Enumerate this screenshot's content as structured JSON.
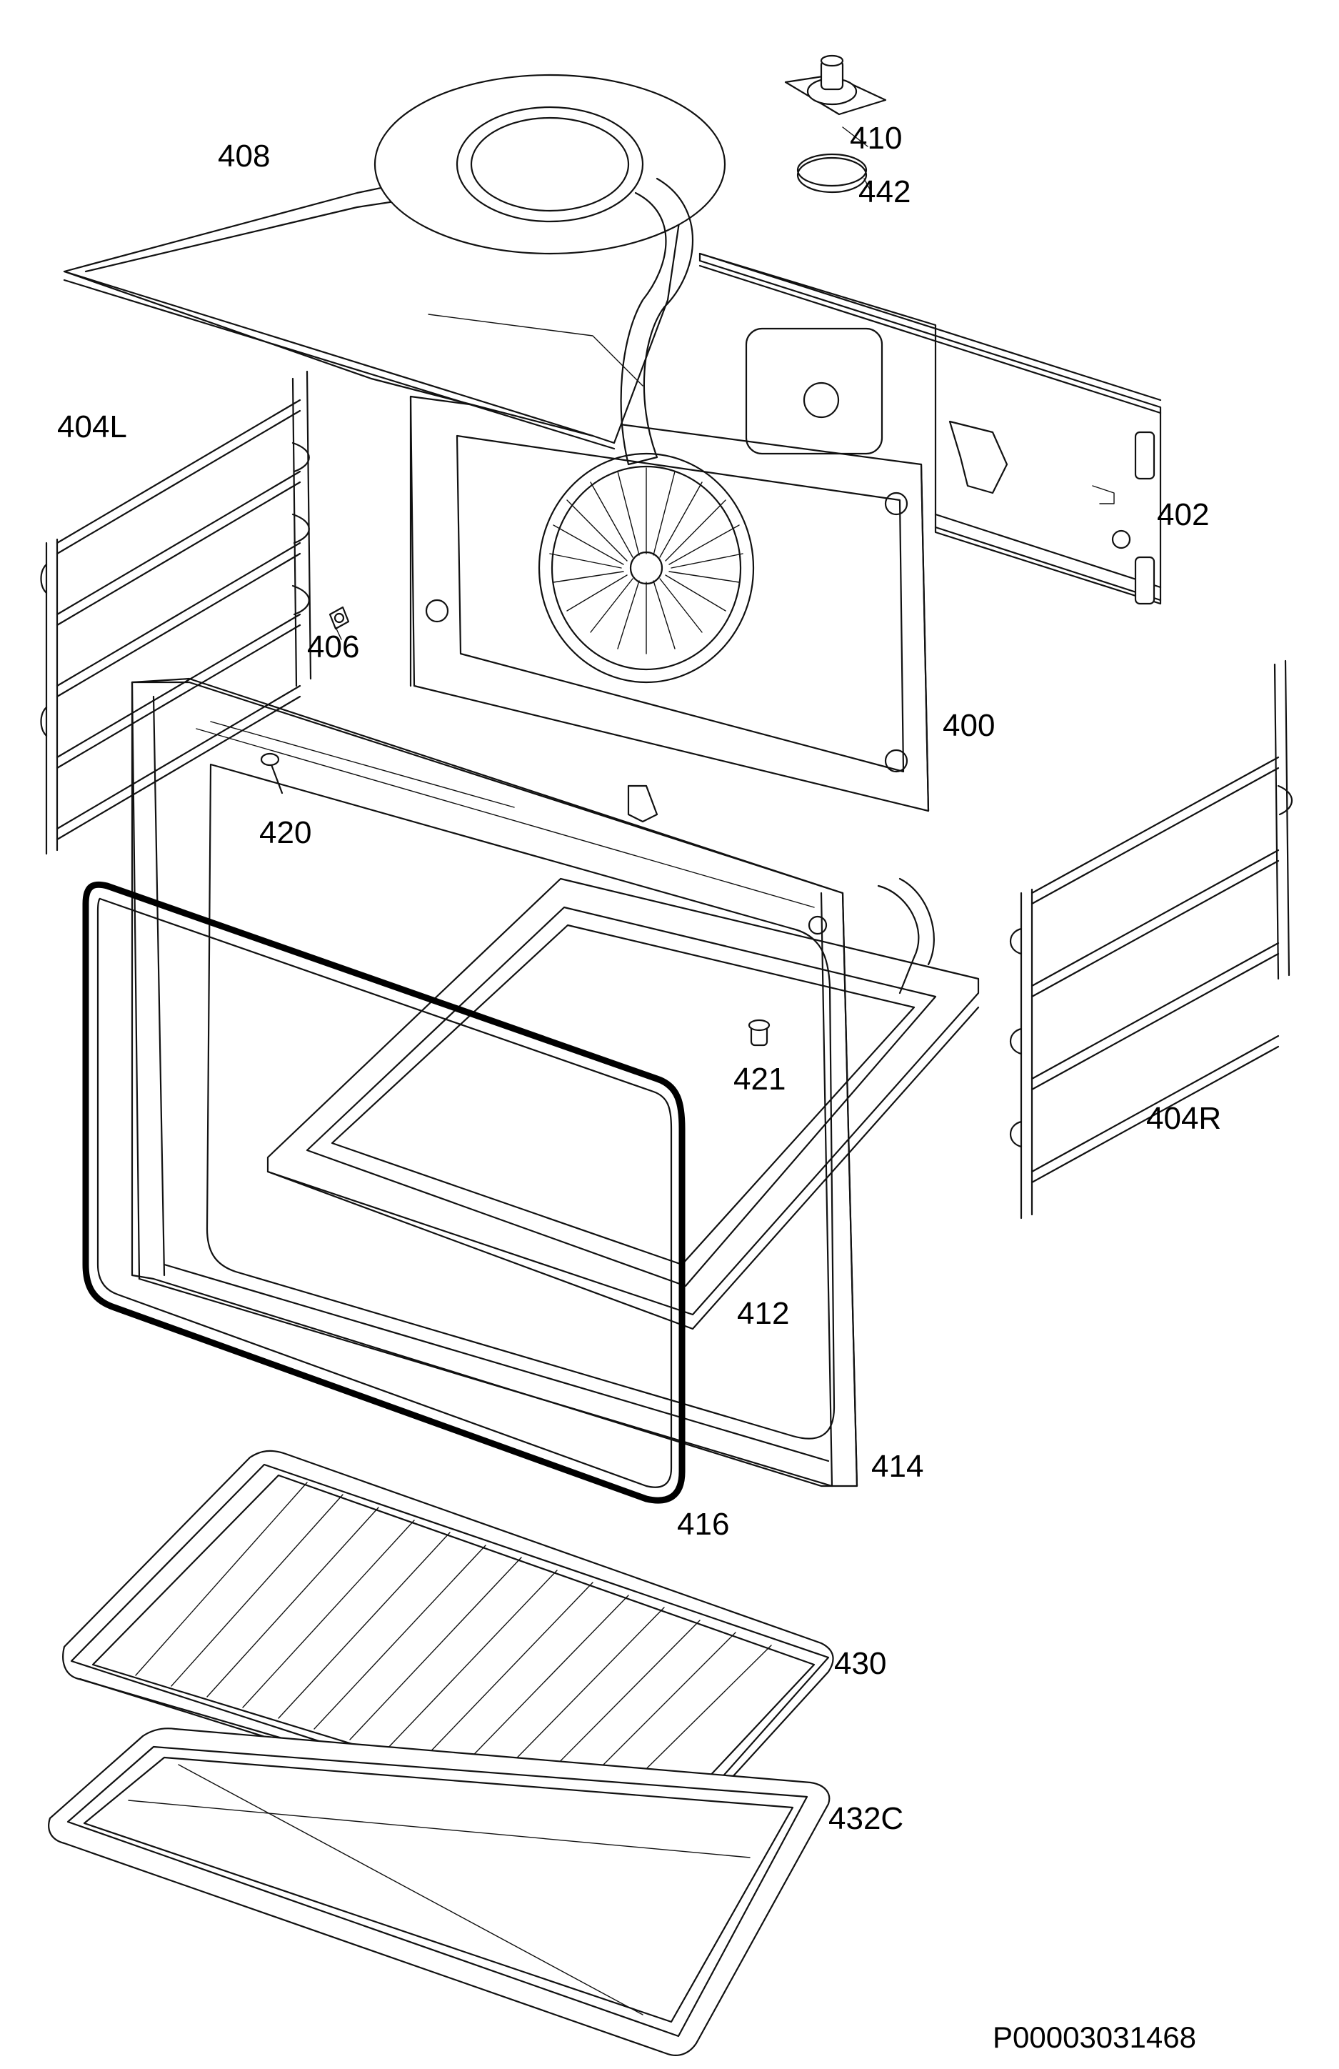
{
  "labels": {
    "p408": "408",
    "p410": "410",
    "p442": "442",
    "p404L": "404L",
    "p402": "402",
    "p406": "406",
    "p400": "400",
    "p420": "420",
    "p421": "421",
    "p404R": "404R",
    "p412": "412",
    "p414": "414",
    "p416": "416",
    "p430": "430",
    "p432C": "432C"
  },
  "document_id": "P00003031468"
}
